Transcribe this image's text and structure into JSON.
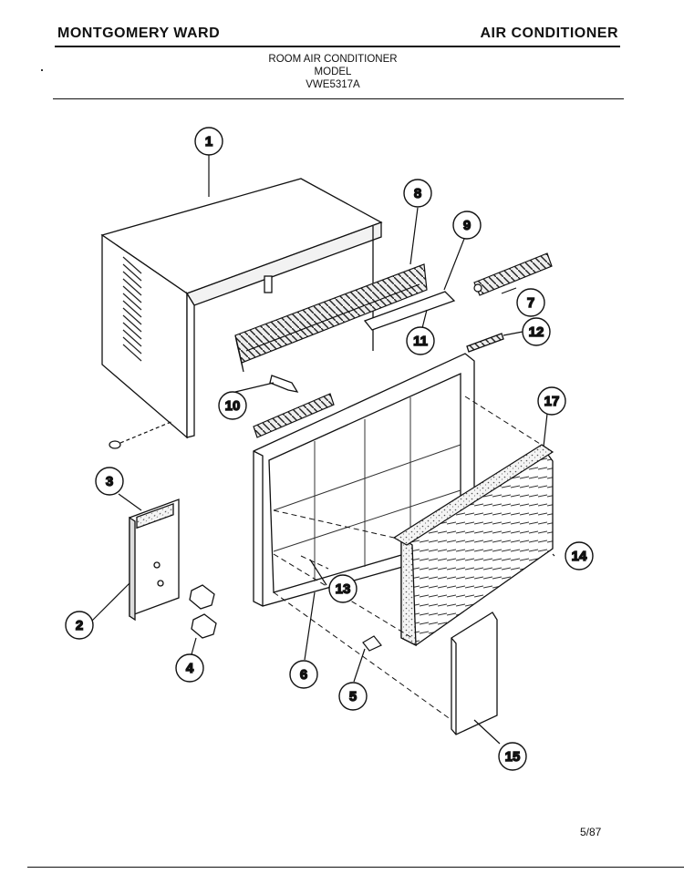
{
  "header": {
    "brand": "MONTGOMERY WARD",
    "category": "AIR CONDITIONER"
  },
  "model_block": {
    "line1": "ROOM AIR CONDITIONER",
    "line2": "MODEL",
    "line3": "VWE5317A"
  },
  "footer": {
    "date": "5/87"
  },
  "callouts": [
    "1",
    "2",
    "3",
    "4",
    "5",
    "6",
    "7",
    "8",
    "9",
    "10",
    "11",
    "12",
    "13",
    "14",
    "15",
    "17"
  ]
}
